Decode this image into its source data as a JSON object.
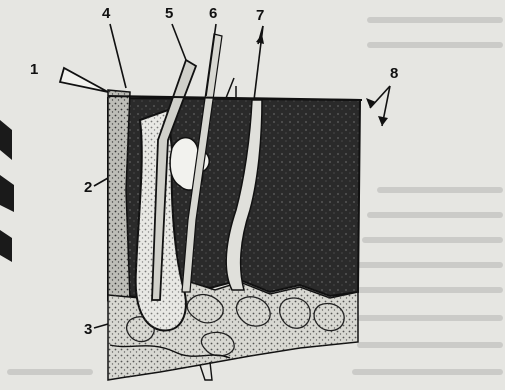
{
  "diagram": {
    "callout_labels": [
      "1",
      "2",
      "3",
      "4",
      "5",
      "6",
      "7",
      "8"
    ]
  },
  "colors": {
    "paper": "#e6e6e2",
    "ink": "#111111",
    "dermis_fill": "#2a2a2a",
    "hypodermis_fill": "#d8d8d2",
    "epidermis_fill": "#bdbdb7"
  }
}
